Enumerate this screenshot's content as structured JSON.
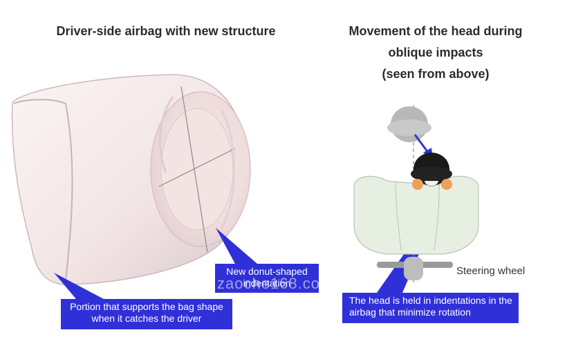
{
  "left_panel": {
    "title": "Driver-side airbag with new structure",
    "callout_portion": "Portion that supports the bag shape when it catches the driver",
    "callout_donut": "New donut-shaped indentation"
  },
  "right_panel": {
    "title_lines": [
      "Movement of the head during",
      "oblique impacts",
      "(seen from above)"
    ],
    "steering_label": "Steering wheel",
    "callout_head": "The head is held in indentations in the airbag that minimize rotation"
  },
  "watermark": "zaoche168.com",
  "colors": {
    "callout": "#3030d8",
    "airbag": "#f6ecec",
    "body_fill": "#e6efe2",
    "head_dark": "#1a1a1a",
    "head_gray": "#b8b8b8",
    "airbag_patch": "#f0a055"
  }
}
